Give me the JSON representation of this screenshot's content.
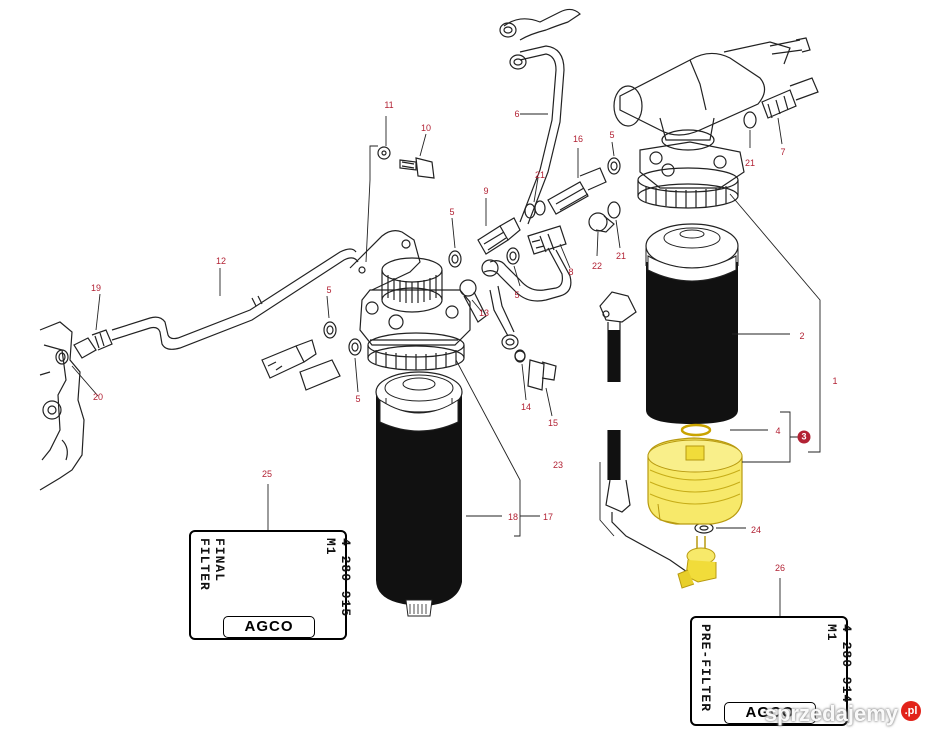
{
  "callouts": {
    "c1": "1",
    "c2": "2",
    "c3": "3",
    "c4": "4",
    "c5a": "5",
    "c5b": "5",
    "c5c": "5",
    "c5d": "5",
    "c5e": "5",
    "c6": "6",
    "c7": "7",
    "c8": "8",
    "c9": "9",
    "c10": "10",
    "c11": "11",
    "c12": "12",
    "c13": "13",
    "c14": "14",
    "c15": "15",
    "c16": "16",
    "c17": "17",
    "c18": "18",
    "c19": "19",
    "c20": "20",
    "c21a": "21",
    "c21b": "21",
    "c21c": "21",
    "c22": "22",
    "c23": "23",
    "c24": "24",
    "c25": "25",
    "c26": "26"
  },
  "decals": {
    "final": {
      "part_no": "4 280 915 M1",
      "title": "FINAL FILTER",
      "brand": "AGCO"
    },
    "pre": {
      "part_no": "4 280 914 M1",
      "title": "PRE-FILTER",
      "brand": "AGCO"
    }
  },
  "watermark": {
    "text": "sprzedajemy",
    "suffix": ".pl"
  },
  "colors": {
    "callout": "#b22234",
    "highlight": "#f7e96a",
    "outline": "#222222",
    "filter_body": "#111111"
  }
}
